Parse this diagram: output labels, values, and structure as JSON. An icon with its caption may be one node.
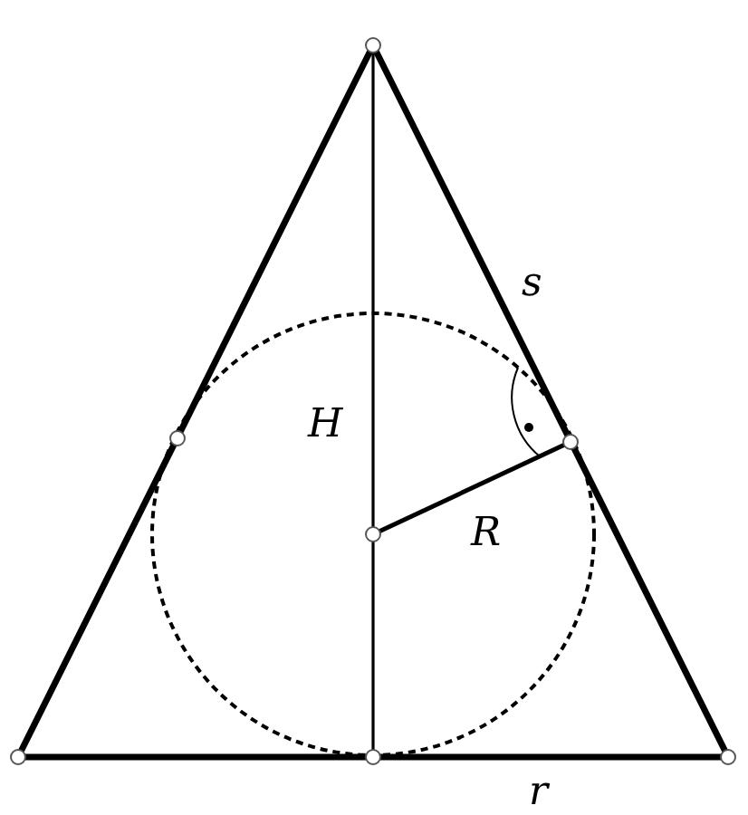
{
  "diagram": {
    "labels": [
      "s",
      "H",
      "R",
      "r"
    ]
  }
}
